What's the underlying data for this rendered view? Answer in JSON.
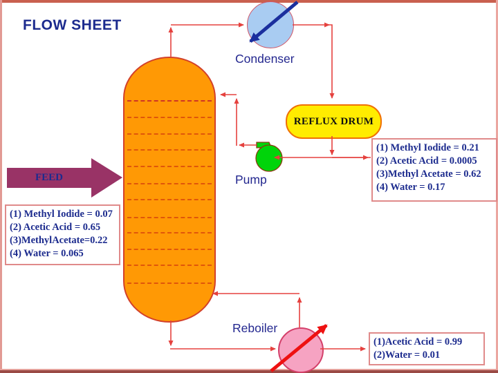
{
  "title": "FLOW SHEET",
  "equipment": {
    "condenser_label": "Condenser",
    "pump_label": "Pump",
    "reboiler_label": "Reboiler",
    "reflux_drum_label": "REFLUX DRUM"
  },
  "feed": {
    "arrow_label": "FEED"
  },
  "streams": {
    "feed_composition": {
      "lines": [
        "(1) Methyl Iodide = 0.07",
        "(2) Acetic Acid = 0.65",
        "(3)MethylAcetate=0.22",
        "(4) Water = 0.065"
      ]
    },
    "distillate_composition": {
      "lines": [
        "(1) Methyl Iodide = 0.21",
        "(2) Acetic Acid = 0.0005",
        "(3)Methyl Acetate = 0.62",
        "(4) Water = 0.17"
      ]
    },
    "bottoms_composition": {
      "lines": [
        "(1)Acetic Acid = 0.99",
        "(2)Water = 0.01"
      ]
    }
  },
  "colors": {
    "accent_line": "#e5413e",
    "column_fill": "#ff9905",
    "condenser_fill": "#a9ccf2",
    "drum_fill": "#ffec00",
    "pump_fill": "#00d40a",
    "reboiler_fill": "#f6a3c2",
    "feed_arrow_fill": "#993366",
    "condenser_arrow": "#1b2f9e",
    "reboiler_arrow": "#ee1111",
    "text_navy": "#1c2b8e"
  }
}
